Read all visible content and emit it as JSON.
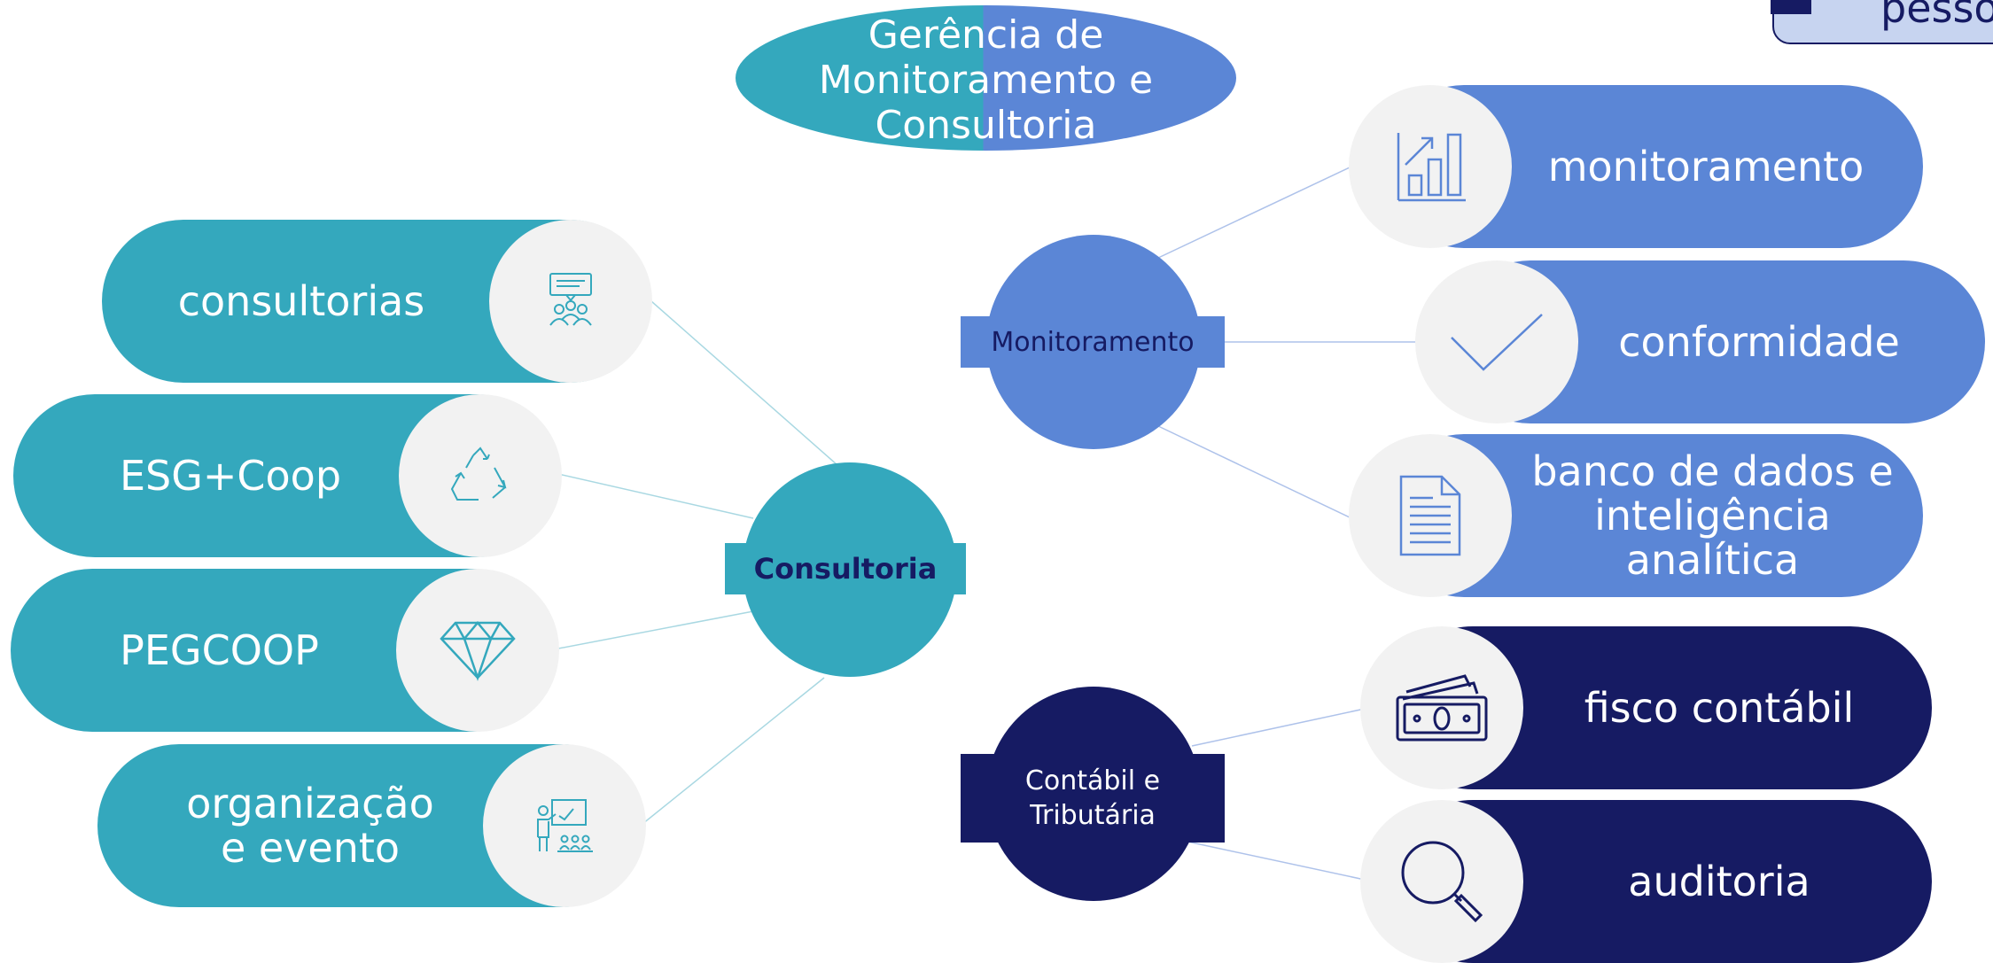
{
  "header": {
    "title": "Gerência de Monitoramento e Consultoria",
    "title_lines": [
      "Gerência de",
      "Monitoramento e",
      "Consultoria"
    ],
    "corner_text": "pesso"
  },
  "colors": {
    "teal": "#34a8bd",
    "blue": "#5b86d6",
    "navy": "#161b63",
    "icon_bg": "#f2f2f2"
  },
  "consultoria": {
    "hub_label": "Consultoria",
    "items": [
      {
        "label": "consultorias",
        "icon": "presentation-meeting-icon"
      },
      {
        "label": "ESG+Coop",
        "icon": "recycle-icon"
      },
      {
        "label": "PEGCOOP",
        "icon": "diamond-icon"
      },
      {
        "label_lines": [
          "organização",
          "e evento"
        ],
        "icon": "teacher-board-icon"
      }
    ]
  },
  "monitoramento": {
    "hub_label": "Monitoramento",
    "items": [
      {
        "label": "monitoramento",
        "icon": "bar-chart-growth-icon"
      },
      {
        "label": "conformidade",
        "icon": "checkmark-icon"
      },
      {
        "label_lines": [
          "banco de dados e",
          "inteligência analítica"
        ],
        "icon": "document-icon"
      }
    ]
  },
  "contabil": {
    "hub_label_lines": [
      "Contábil e",
      "Tributária"
    ],
    "items": [
      {
        "label": "fisco contábil",
        "icon": "money-bills-icon"
      },
      {
        "label": "auditoria",
        "icon": "magnifier-icon"
      }
    ]
  }
}
